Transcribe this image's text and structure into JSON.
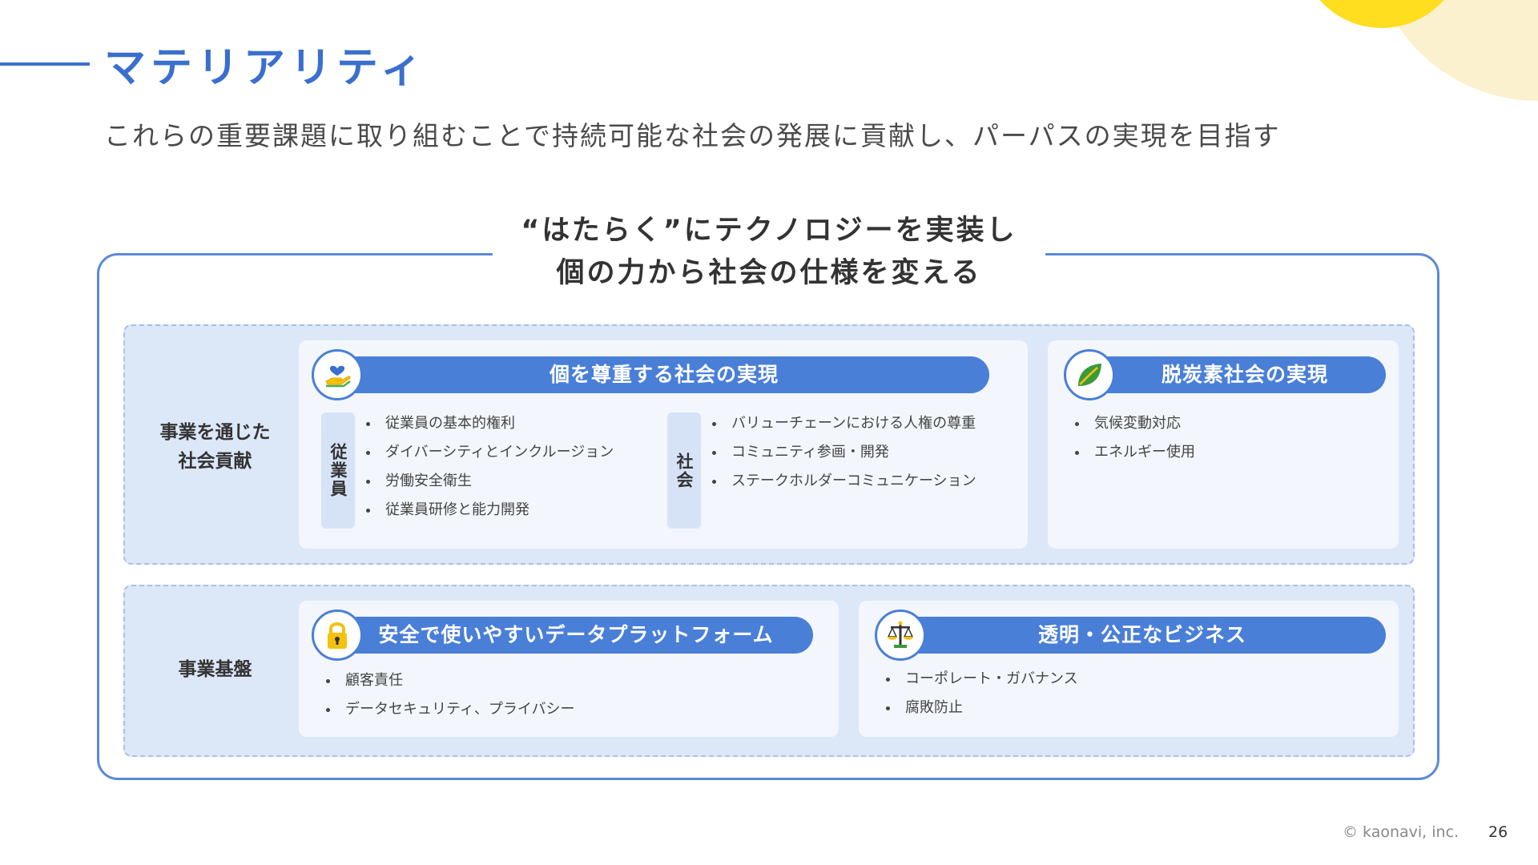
{
  "header": {
    "title": "マテリアリティ",
    "subtitle": "これらの重要課題に取り組むことで持続可能な社会の発展に貢献し、パーパスの実現を目指す"
  },
  "tagline": {
    "line1": "“はたらく”にテクノロジーを実装し",
    "line2": "個の力から社会の仕様を変える"
  },
  "rows": [
    {
      "label_line1": "事業を通じた",
      "label_line2": "社会貢献",
      "cards": [
        {
          "title": "個を尊重する社会の実現",
          "icon": "heart-hand-icon",
          "groups": [
            {
              "tag": "従業員",
              "items": [
                "従業員の基本的権利",
                "ダイバーシティとインクルージョン",
                "労働安全衛生",
                "従業員研修と能力開発"
              ]
            },
            {
              "tag": "社会",
              "items": [
                "バリューチェーンにおける人権の尊重",
                "コミュニティ参画・開発",
                "ステークホルダーコミュニケーション"
              ]
            }
          ]
        },
        {
          "title": "脱炭素社会の実現",
          "icon": "leaf-icon",
          "items": [
            "気候変動対応",
            "エネルギー使用"
          ]
        }
      ]
    },
    {
      "label": "事業基盤",
      "cards": [
        {
          "title": "安全で使いやすいデータプラットフォーム",
          "icon": "padlock-icon",
          "items": [
            "顧客責任",
            "データセキュリティ、プライバシー"
          ]
        },
        {
          "title": "透明・公正なビジネス",
          "icon": "scales-icon",
          "items": [
            "コーポレート・ガバナンス",
            "腐敗防止"
          ]
        }
      ]
    }
  ],
  "footer": {
    "copyright": "© kaonavi, inc.",
    "page_number": "26"
  },
  "colors": {
    "accent": "#3a6fce",
    "header_bar": "#4a7fd8",
    "row_bg": "#dce7f8",
    "card_bg": "#f3f7fd",
    "deco_yellow": "#ffdd1f",
    "deco_cream": "#fbf1cf"
  }
}
